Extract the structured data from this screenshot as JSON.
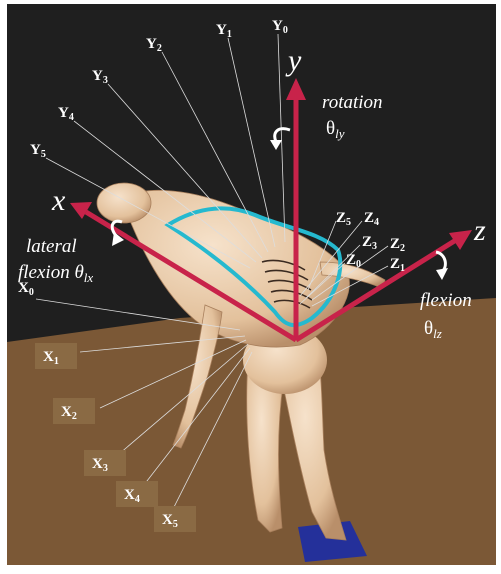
{
  "axes": {
    "x": "x",
    "y": "y",
    "z": "z"
  },
  "captions": {
    "rotation": "rotation",
    "rotation_theta": "θ",
    "rotation_sub": "ly",
    "lateral": "lateral",
    "lateral_flexion": "flexion θ",
    "lateral_sub": "lx",
    "flexion": "flexion",
    "flexion_theta": "θ",
    "flexion_sub": "lz"
  },
  "y_labels": [
    {
      "letter": "Y",
      "sub": "0"
    },
    {
      "letter": "Y",
      "sub": "1"
    },
    {
      "letter": "Y",
      "sub": "2"
    },
    {
      "letter": "Y",
      "sub": "3"
    },
    {
      "letter": "Y",
      "sub": "4"
    },
    {
      "letter": "Y",
      "sub": "5"
    }
  ],
  "x_labels": [
    {
      "letter": "X",
      "sub": "0"
    },
    {
      "letter": "X",
      "sub": "1"
    },
    {
      "letter": "X",
      "sub": "2"
    },
    {
      "letter": "X",
      "sub": "3"
    },
    {
      "letter": "X",
      "sub": "4"
    },
    {
      "letter": "X",
      "sub": "5"
    }
  ],
  "z_labels": [
    {
      "letter": "Z",
      "sub": "5"
    },
    {
      "letter": "Z",
      "sub": "4"
    },
    {
      "letter": "Z",
      "sub": "3"
    },
    {
      "letter": "Z",
      "sub": "0"
    },
    {
      "letter": "Z",
      "sub": "2"
    },
    {
      "letter": "Z",
      "sub": "1"
    }
  ],
  "colors": {
    "background": "#1f1f1f",
    "floor": "#7b5836",
    "axis_arrow": "#c8234a",
    "spine_outline": "#25b9cf",
    "skin": "#e8c9a6",
    "label_box": "#8a6a44",
    "foot_mat": "#24309a"
  }
}
